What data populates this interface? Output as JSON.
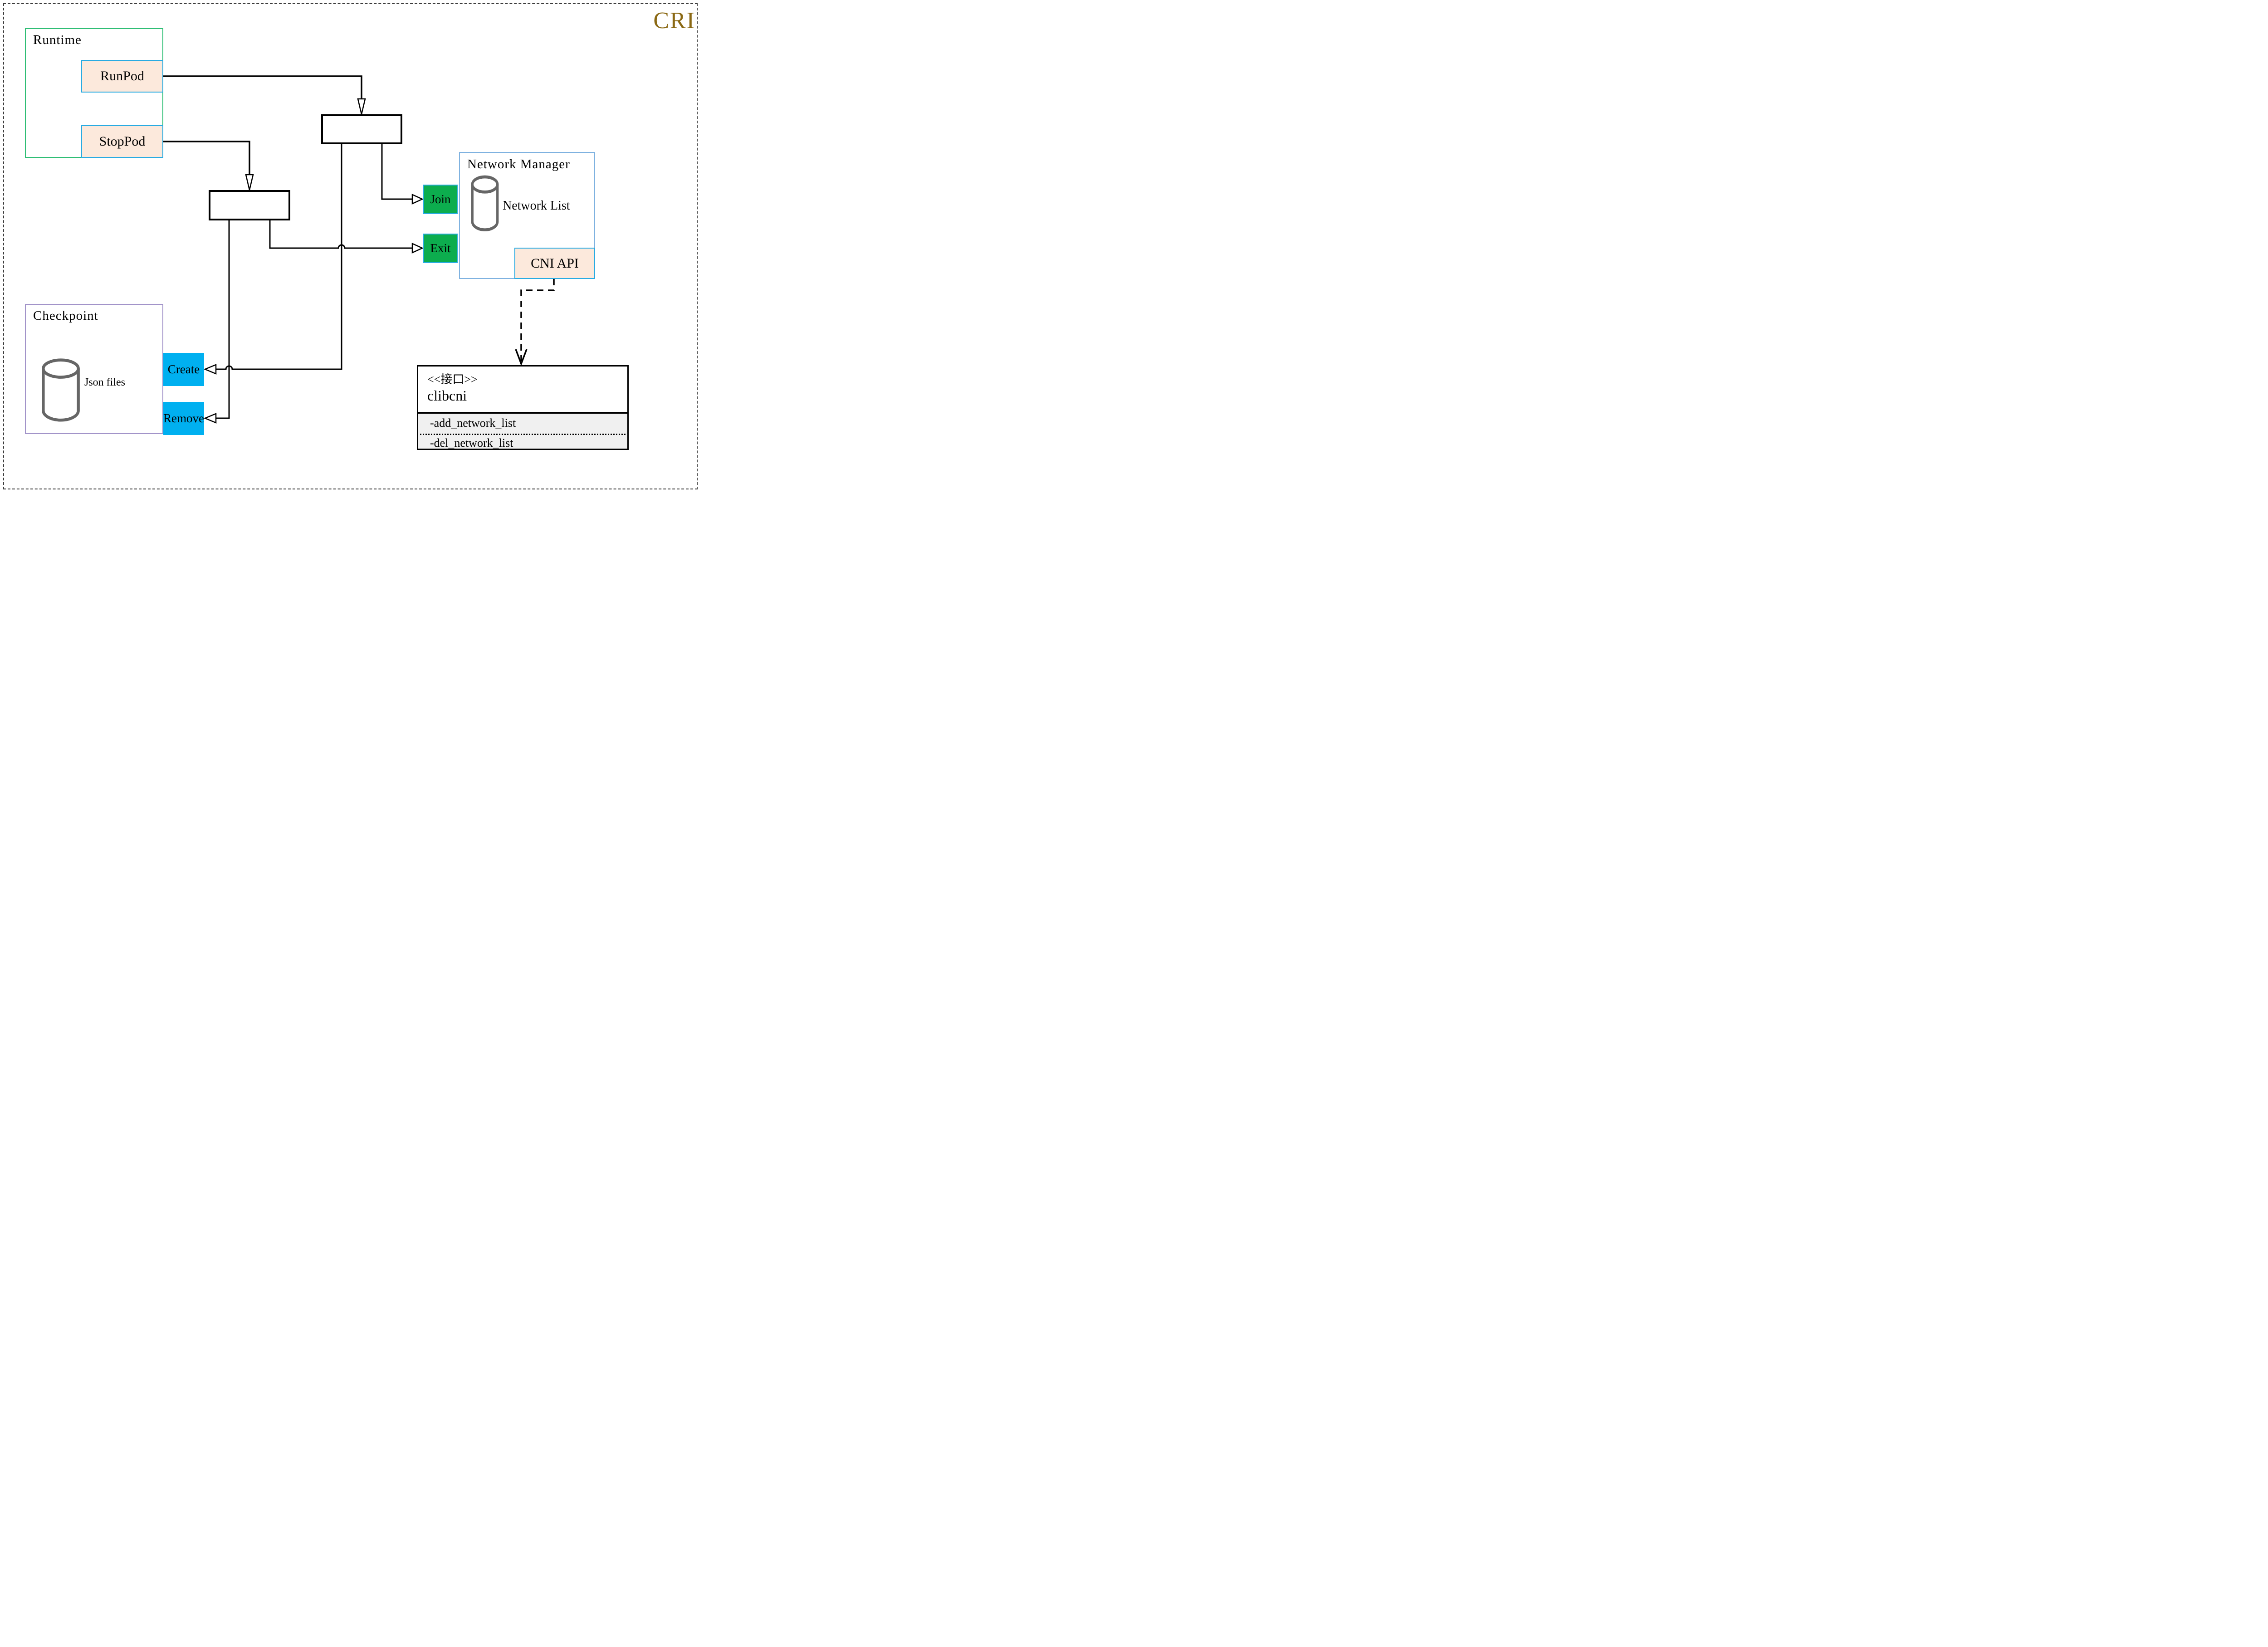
{
  "header": {
    "title": "CRI",
    "title_color": "#8b6914"
  },
  "runtime": {
    "label": "Runtime",
    "buttons": [
      {
        "label": "RunPod"
      },
      {
        "label": "StopPod"
      }
    ]
  },
  "checkpoint": {
    "label": "Checkpoint",
    "datastore_label": "Json files",
    "buttons": [
      {
        "label": "Create"
      },
      {
        "label": "Remove"
      }
    ]
  },
  "network_manager": {
    "label": "Network Manager",
    "datastore_label": "Network List",
    "buttons": [
      {
        "label": "Join"
      },
      {
        "label": "Exit"
      }
    ],
    "api_label": "CNI API"
  },
  "interface_class": {
    "stereotype": "<<接口>>",
    "name": "clibcni",
    "methods": [
      "-add_network_list",
      "-del_network_list"
    ]
  },
  "colors": {
    "action_peach": "#fce9dc",
    "action_border_cyan": "#29abe2",
    "join_exit_green": "#0cad4e",
    "create_remove_blue": "#00b0f0",
    "runtime_border": "#2fbe75",
    "checkpoint_border": "#a294c9",
    "network_manager_border": "#7fb2e0",
    "class_section_gray": "#f0f0f0",
    "cri_gold": "#8b6914"
  }
}
